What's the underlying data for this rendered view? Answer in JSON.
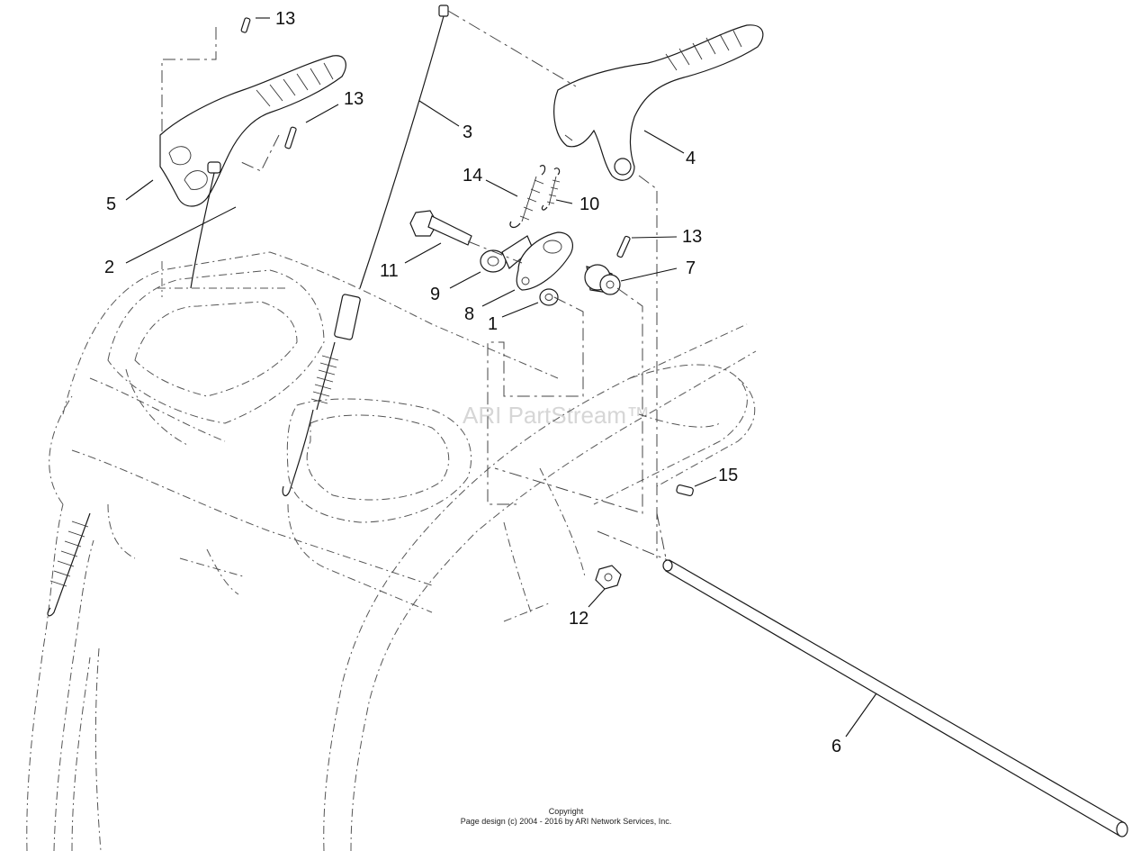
{
  "watermark": "ARI PartStream™",
  "footer": {
    "line1": "Copyright",
    "line2": "Page design (c) 2004 - 2016 by ARI Network Services, Inc."
  },
  "callouts": [
    {
      "id": "c13a",
      "text": "13"
    },
    {
      "id": "c13b",
      "text": "13"
    },
    {
      "id": "c3",
      "text": "3"
    },
    {
      "id": "c4",
      "text": "4"
    },
    {
      "id": "c5",
      "text": "5"
    },
    {
      "id": "c14",
      "text": "14"
    },
    {
      "id": "c10",
      "text": "10"
    },
    {
      "id": "c13c",
      "text": "13"
    },
    {
      "id": "c2",
      "text": "2"
    },
    {
      "id": "c11",
      "text": "11"
    },
    {
      "id": "c7",
      "text": "7"
    },
    {
      "id": "c9",
      "text": "9"
    },
    {
      "id": "c8",
      "text": "8"
    },
    {
      "id": "c1",
      "text": "1"
    },
    {
      "id": "c15",
      "text": "15"
    },
    {
      "id": "c12",
      "text": "12"
    },
    {
      "id": "c6",
      "text": "6"
    }
  ]
}
